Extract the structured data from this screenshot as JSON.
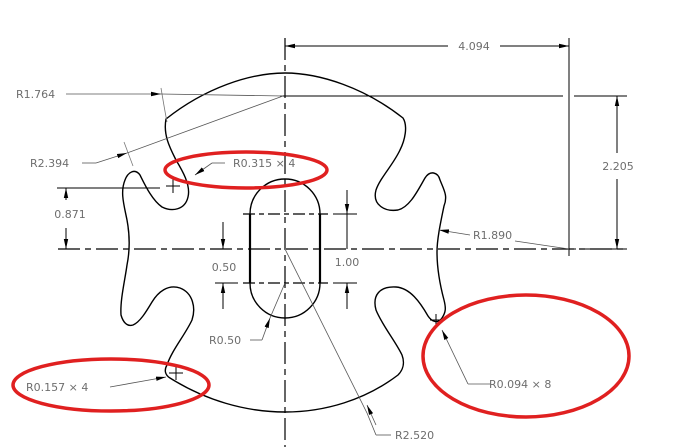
{
  "drawing": {
    "type": "mechanical-part-drawing",
    "units": "inches",
    "dimensions": {
      "horizontal_offset": "4.094",
      "vertical_offset": "2.205",
      "notch_height": "0.871",
      "slot_half_straight": "0.50",
      "slot_straight_length": "1.00"
    },
    "radii": {
      "top_arc": "R1.764",
      "outer_arc": "R2.394",
      "fillet_large": "R0.315  ×  4",
      "side_arc": "R1.890",
      "slot_end": "R0.50",
      "bottom_arc": "R2.520",
      "corner_small": "R0.157  ×  4",
      "fillet_small": "R0.094  ×  8"
    },
    "highlights": [
      {
        "target": "R0.315 × 4",
        "color": "#e02020"
      },
      {
        "target": "R0.157 × 4",
        "color": "#e02020"
      },
      {
        "target": "R0.094 × 8",
        "color": "#e02020"
      }
    ],
    "colors": {
      "line": "#000000",
      "text": "#6e6e6e",
      "highlight": "#e02020",
      "background": "#ffffff"
    }
  }
}
